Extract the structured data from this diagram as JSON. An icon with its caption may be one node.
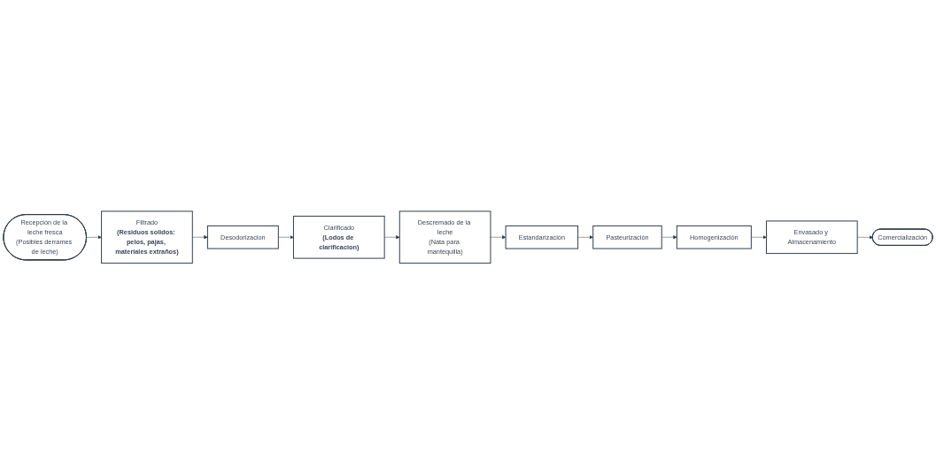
{
  "diagram": {
    "nodes": [
      {
        "text": [
          "Recepción de la leche fresca",
          "(Posibles derrames de leche)"
        ]
      },
      {
        "text": [
          "Filtrado",
          "**(Residuos solidos: pelos, pajas, materiales extraños)**"
        ]
      },
      {
        "text": [
          "Desodorizacion"
        ]
      },
      {
        "text": [
          "Clarificado",
          "**(Lodos de clarificacion)**"
        ]
      },
      {
        "text": [
          "Descremado de la leche",
          "(Nata para mantequilla)"
        ]
      },
      {
        "text": [
          "Estandarización"
        ]
      },
      {
        "text": [
          "Pasteurización"
        ]
      },
      {
        "text": [
          "Homogenización"
        ]
      },
      {
        "text": [
          "Envasado y Almacenamiento"
        ]
      },
      {
        "text": [
          "Comercialización"
        ]
      }
    ],
    "edges": [
      {
        "from": 0,
        "to": 1,
        "arrow": "to"
      },
      {
        "from": 1,
        "to": 2,
        "arrow": "to"
      },
      {
        "from": 2,
        "to": 3,
        "arrow": "to"
      },
      {
        "from": 3,
        "to": 4,
        "arrow": "to"
      },
      {
        "from": 4,
        "to": 5,
        "arrow": "to"
      },
      {
        "from": 5,
        "to": 6,
        "arrow": "to"
      },
      {
        "from": 6,
        "to": 7,
        "arrow": "to"
      },
      {
        "from": 7,
        "to": 8,
        "arrow": "to"
      },
      {
        "from": 8,
        "to": 9,
        "arrow": "to"
      }
    ]
  }
}
